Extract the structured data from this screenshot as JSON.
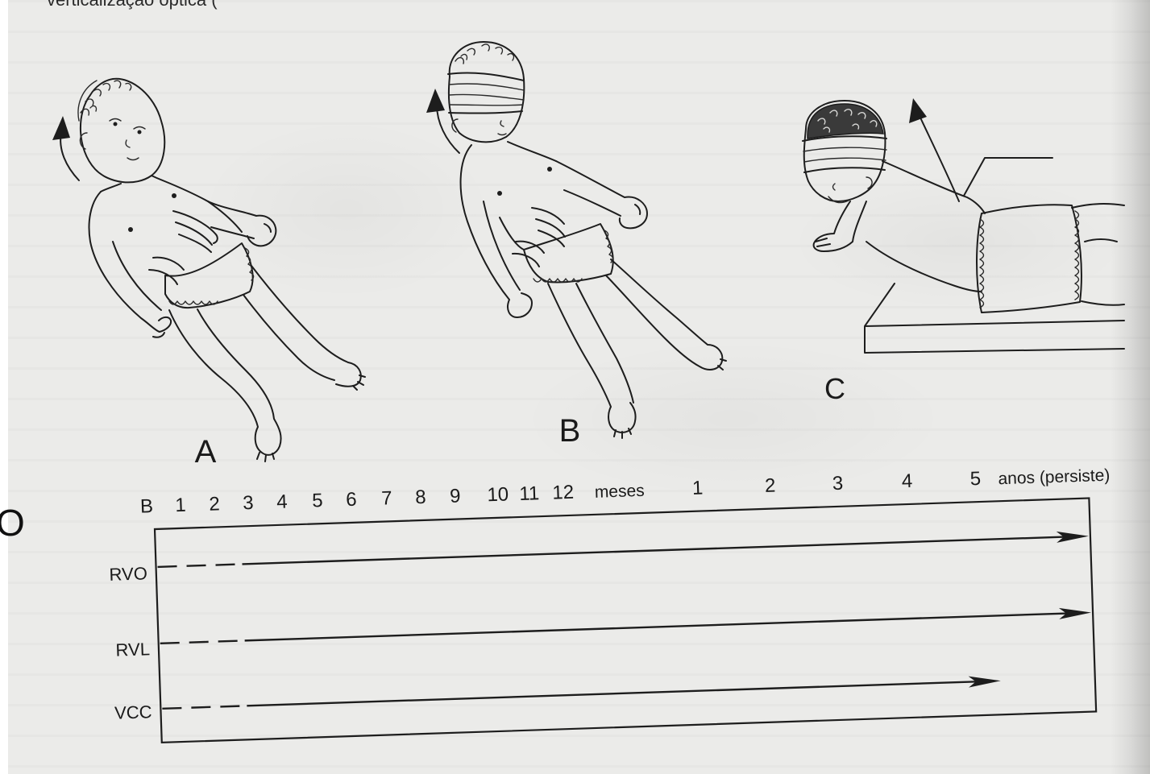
{
  "header_fragment": "verticalização óptica (",
  "edge_letter": "O",
  "figures": {
    "a": {
      "label": "A"
    },
    "b": {
      "label": "B"
    },
    "c": {
      "label": "C"
    }
  },
  "timeline": {
    "month_ticks": [
      "B",
      "1",
      "2",
      "3",
      "4",
      "5",
      "6",
      "7",
      "8",
      "9",
      "10",
      "11",
      "12"
    ],
    "months_unit": "meses",
    "year_ticks": [
      "1",
      "2",
      "3",
      "4",
      "5"
    ],
    "years_unit": "anos (persiste)",
    "rows": [
      {
        "label": "RVO",
        "dashed_until_months": 3,
        "persists": true
      },
      {
        "label": "RVL",
        "dashed_until_months": 3,
        "persists": true
      },
      {
        "label": "VCC",
        "dashed_until_months": 3,
        "persists": false,
        "ends_at_years": 5
      }
    ]
  }
}
